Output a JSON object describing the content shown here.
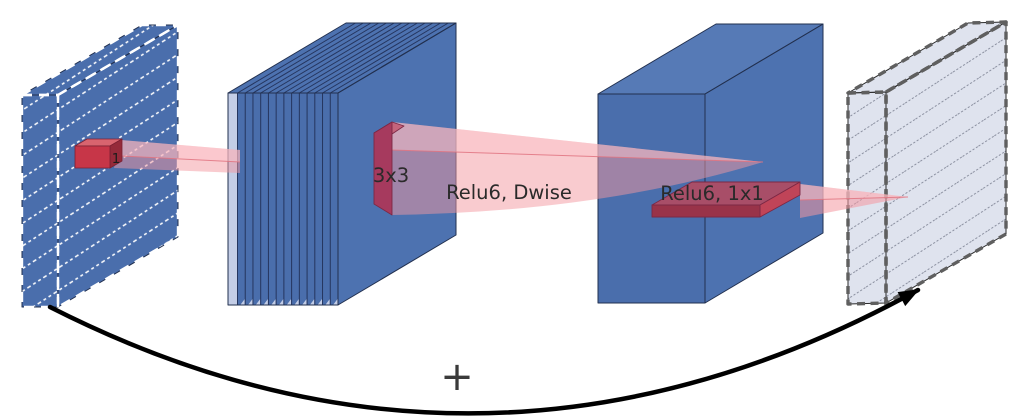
{
  "figure": {
    "kernel1_label": "1",
    "kernel3x3_label": "3x3",
    "dwise_label": "Relu6, Dwise",
    "pointwise_label": "Relu6, 1x1",
    "add_symbol": "+"
  },
  "layered_block": {
    "layer_count": 13
  },
  "colors": {
    "block_blue_front": "#4a6eac",
    "block_blue_side": "#4d72b0",
    "block_blue_top": "#567ab6",
    "layer_line": "#25355e",
    "layer_highlight": "#c3cde6",
    "input_hatch": "#ffffff",
    "output_fill": "#dfe3ee",
    "output_hatch": "#8b90a0",
    "output_border": "#5f5f5f",
    "kernel_red": "#c73648",
    "kernel_red_top": "#d8646f",
    "kernel_red_side": "#952a3a",
    "kernel_crimson": "#a63a5e",
    "kernel_crimson_top": "#c4647c",
    "slab_red_top": "#a84e68",
    "slab_red_front": "#993349",
    "slab_red_side": "#c04458",
    "cone_pink": "#f498a0",
    "cone_pink_light": "#fcc6cb",
    "arrow_black": "#000000",
    "text_dark": "#2a2a2a"
  }
}
